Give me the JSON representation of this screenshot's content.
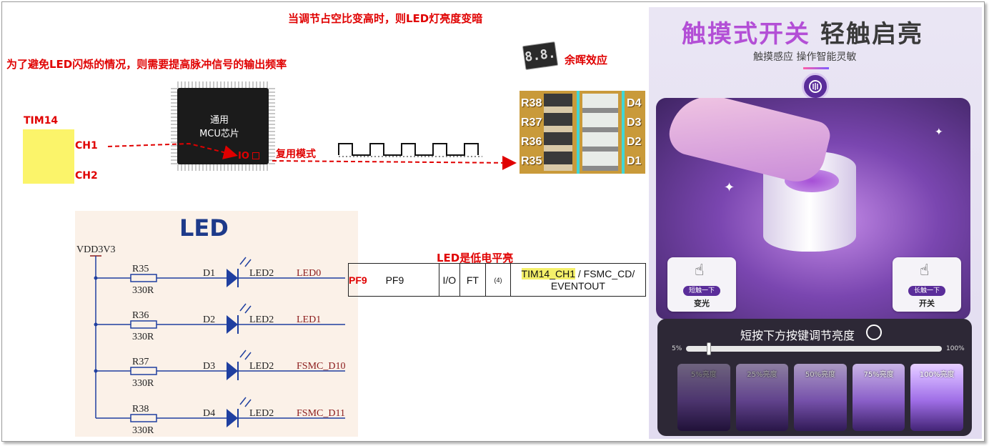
{
  "top_notes": {
    "duty_note": "当调节占空比变高时，则LED灯亮度变暗",
    "freq_note": "为了避免LED闪烁的情况，则需要提高脉冲信号的输出频率",
    "afterglow": "余晖效应",
    "io_label": "IO",
    "mux_mode": "复用模式",
    "led_low": "LED是低电平亮"
  },
  "timer": {
    "name": "TIM14",
    "ch1": "CH1",
    "ch2": "CH2"
  },
  "mcu": {
    "line1": "通用",
    "line2": "MCU芯片"
  },
  "seven_seg": {
    "digits": "8.8."
  },
  "pcb_photo": {
    "resistors": [
      "R38",
      "R37",
      "R36",
      "R35"
    ],
    "leds": [
      "D4",
      "D3",
      "D2",
      "D1"
    ]
  },
  "schematic": {
    "title": "LED",
    "supply": "VDD3V3",
    "rows": [
      {
        "resistor": "R35",
        "value": "330R",
        "diode": "D1",
        "part": "LED2",
        "net": "LED0"
      },
      {
        "resistor": "R36",
        "value": "330R",
        "diode": "D2",
        "part": "LED2",
        "net": "LED1"
      },
      {
        "resistor": "R37",
        "value": "330R",
        "diode": "D3",
        "part": "LED2",
        "net": "FSMC_D10"
      },
      {
        "resistor": "R38",
        "value": "330R",
        "diode": "D4",
        "part": "LED2",
        "net": "FSMC_D11"
      }
    ]
  },
  "pin_table": {
    "tag": "PF9",
    "pin": "PF9",
    "type": "I/O",
    "level": "FT",
    "note": "(4)",
    "func_highlight": "TIM14_CH1",
    "func_rest": " / FSMC_CD/",
    "func_line2": "EVENTOUT"
  },
  "promo": {
    "title_part1": "触摸式开关",
    "title_part2": "轻触启亮",
    "subtitle": "触摸感应 操作智能灵敏",
    "left_card": {
      "pill": "短触一下",
      "label": "变光"
    },
    "right_card": {
      "pill": "长触一下",
      "label": "开关"
    },
    "panel_title": "短按下方按键调节亮度",
    "slider_min": "5%",
    "slider_max": "100%",
    "slider_level": 0.08,
    "thumbs": [
      "5%亮度",
      "25%亮度",
      "50%亮度",
      "75%亮度",
      "100%亮度"
    ],
    "colors": {
      "title_purple": "#b34fd6",
      "title_gray": "#3a3a3a",
      "accent": "#5a2d9a"
    }
  }
}
